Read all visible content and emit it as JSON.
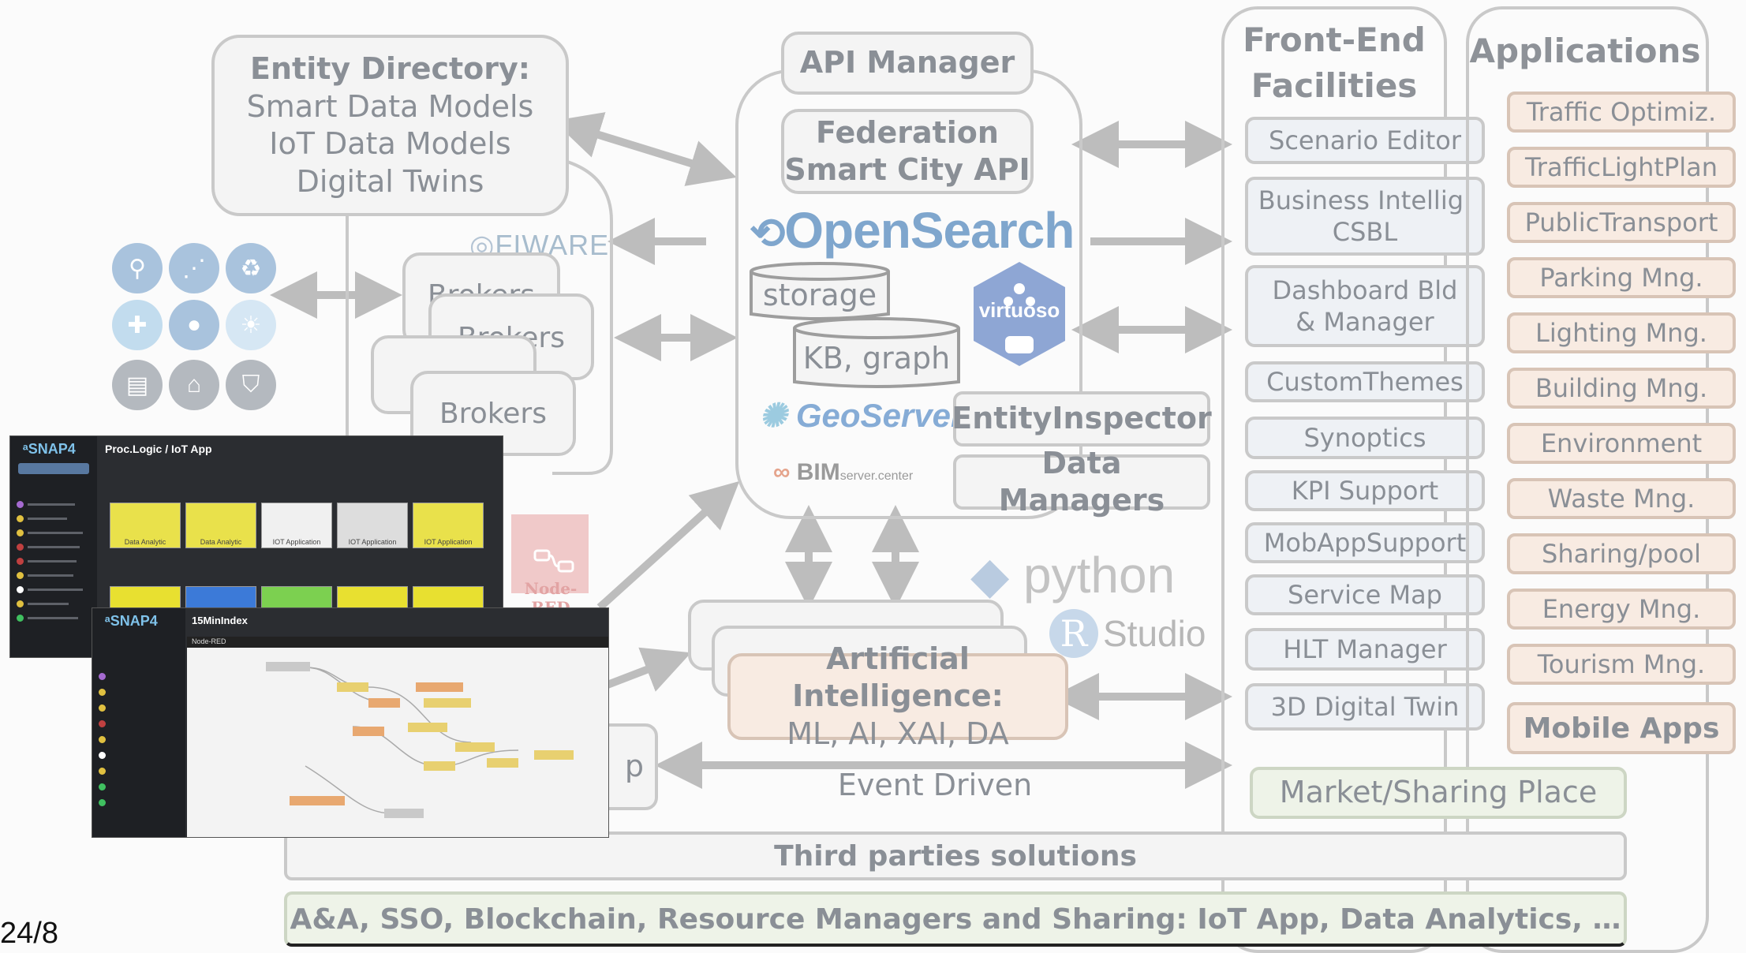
{
  "entity_directory": {
    "title": "Entity Directory:",
    "lines": [
      "Smart Data Models",
      "IoT Data Models",
      "Digital Twins"
    ]
  },
  "fiware": "FIWARE",
  "brokers": [
    "Brokers",
    "Brokers",
    "Brokers"
  ],
  "api_manager": "API Manager",
  "federation": {
    "line1": "Federation",
    "line2": "Smart City API"
  },
  "opensearch": "OpenSearch",
  "storage": "storage",
  "kb_graph": "KB, graph",
  "virtuoso": "virtuoso",
  "geoserver": "GeoServer",
  "bimserver": {
    "main": "BIM",
    "sub": "server.center"
  },
  "entity_inspector": "EntityInspector",
  "data_managers": "Data Managers",
  "python": "python",
  "rstudio": "Studio",
  "node_red": "Node-RED",
  "ai": {
    "line1": "Artificial Intelligence:",
    "line2": "ML, AI, XAI, DA"
  },
  "event_driven": "Event Driven",
  "partial_left_box": "p",
  "frontend": {
    "title_line1": "Front-End",
    "title_line2": "Facilities",
    "items": [
      "Scenario Editor",
      "Business Intellig.\nCSBL",
      "Dashboard Bld\n& Manager",
      "CustomThemes",
      "Synoptics",
      "KPI Support",
      "MobAppSupport",
      "Service Map",
      "HLT Manager",
      "3D Digital Twin"
    ]
  },
  "applications": {
    "title": "Applications",
    "items": [
      "Traffic Optimiz.",
      "TrafficLightPlan",
      "PublicTransport",
      "Parking Mng.",
      "Lighting Mng.",
      "Building Mng.",
      "Environment",
      "Waste Mng.",
      "Sharing/pool",
      "Energy Mng.",
      "Tourism Mng."
    ],
    "mobile": "Mobile Apps"
  },
  "market": "Market/Sharing  Place",
  "third_parties": "Third parties solutions",
  "aa_bar": "A&A, SSO, Blockchain, Resource Managers and Sharing: IoT App, Data Analytics, …",
  "page_number": "24/8",
  "screenshot1": {
    "logo": "SNAP4",
    "title": "Proc.Logic / IoT App",
    "tiles": [
      "Data Analytic",
      "Data Analytic",
      "IOT Application",
      "IOT Application",
      "IOT Application"
    ]
  },
  "screenshot2": {
    "logo": "SNAP4",
    "title": "15MinIndex",
    "subtitle": "Node-RED"
  },
  "colors": {
    "accent_orange": "#f8ebe2",
    "accent_green": "#eef3e8",
    "box_blue": "#eef1f5",
    "node_red": "#8f0000"
  }
}
